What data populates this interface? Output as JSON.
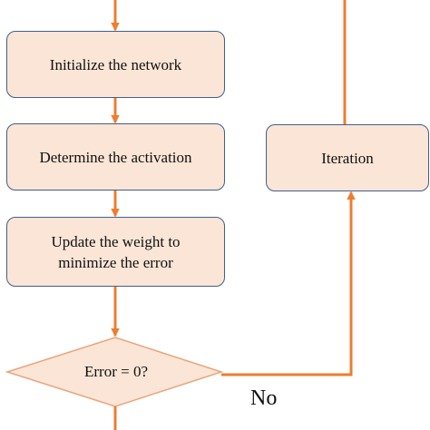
{
  "diagram": {
    "type": "flowchart",
    "nodes": [
      {
        "id": "init",
        "label": "Initialize the network",
        "shape": "rounded-rect"
      },
      {
        "id": "activation",
        "label": "Determine the activation",
        "shape": "rounded-rect"
      },
      {
        "id": "update",
        "label": "Update the weight to\nminimize the error",
        "shape": "rounded-rect"
      },
      {
        "id": "decision",
        "label": "Error = 0?",
        "shape": "diamond"
      },
      {
        "id": "iteration",
        "label": "Iteration",
        "shape": "rounded-rect"
      }
    ],
    "edges": [
      {
        "from": "init",
        "to": "activation"
      },
      {
        "from": "activation",
        "to": "update"
      },
      {
        "from": "update",
        "to": "decision"
      },
      {
        "from": "decision",
        "to": "iteration",
        "label": "No"
      }
    ],
    "no_label": "No",
    "colors": {
      "node_fill": "#fbe5d6",
      "node_border": "#3f5f8a",
      "arrow": "#ed7d31",
      "text": "#111111",
      "background": "#ffffff"
    }
  }
}
